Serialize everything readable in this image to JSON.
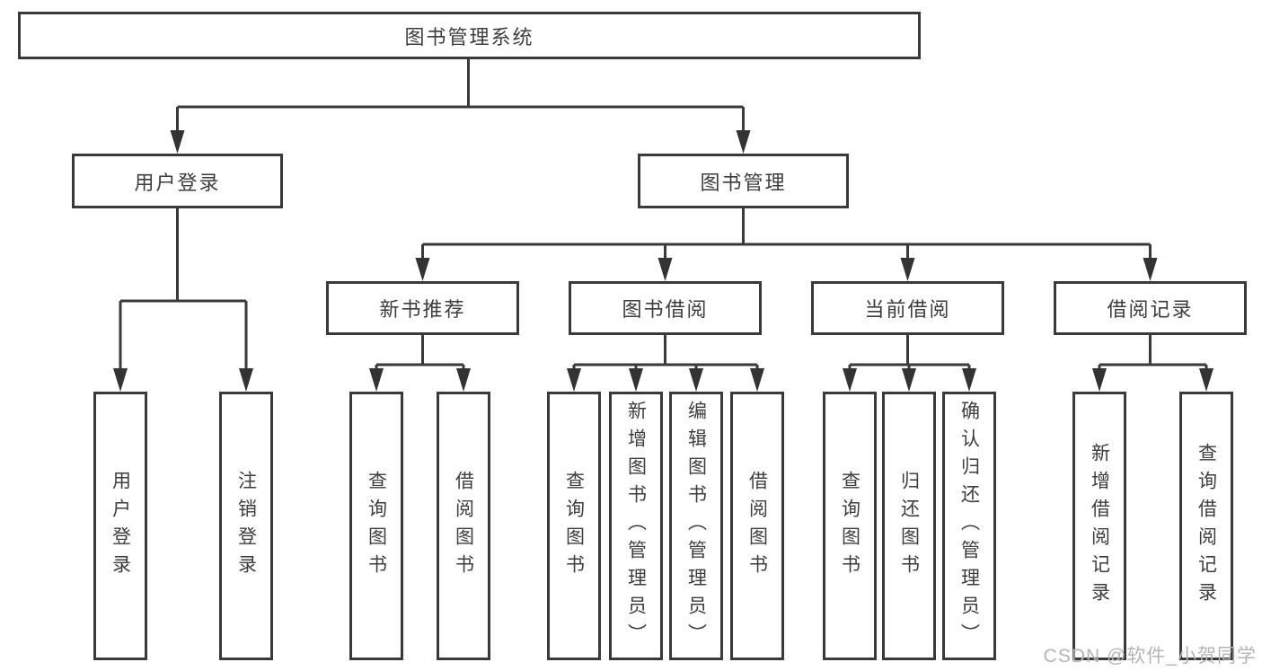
{
  "diagram": {
    "type": "hierarchy-tree",
    "root": {
      "label": "图书管理系统",
      "children": [
        {
          "label": "用户登录",
          "children": [
            {
              "label": "用户登录"
            },
            {
              "label": "注销登录"
            }
          ]
        },
        {
          "label": "图书管理",
          "children": [
            {
              "label": "新书推荐",
              "children": [
                {
                  "label": "查询图书"
                },
                {
                  "label": "借阅图书"
                }
              ]
            },
            {
              "label": "图书借阅",
              "children": [
                {
                  "label": "查询图书"
                },
                {
                  "label": "新增图书（管理员）"
                },
                {
                  "label": "编辑图书（管理员）"
                },
                {
                  "label": "借阅图书"
                }
              ]
            },
            {
              "label": "当前借阅",
              "children": [
                {
                  "label": "查询图书"
                },
                {
                  "label": "归还图书"
                },
                {
                  "label": "确认归还（管理员）"
                }
              ]
            },
            {
              "label": "借阅记录",
              "children": [
                {
                  "label": "新增借阅记录"
                },
                {
                  "label": "查询借阅记录"
                }
              ]
            }
          ]
        }
      ]
    }
  },
  "watermark": {
    "text": "CSDN @软件_小贺同学"
  },
  "colors": {
    "line": "#3a3a3a",
    "text": "#3d3d3d",
    "arrow": "#333333",
    "watermark": "#b5b5b5",
    "background": "#ffffff"
  }
}
